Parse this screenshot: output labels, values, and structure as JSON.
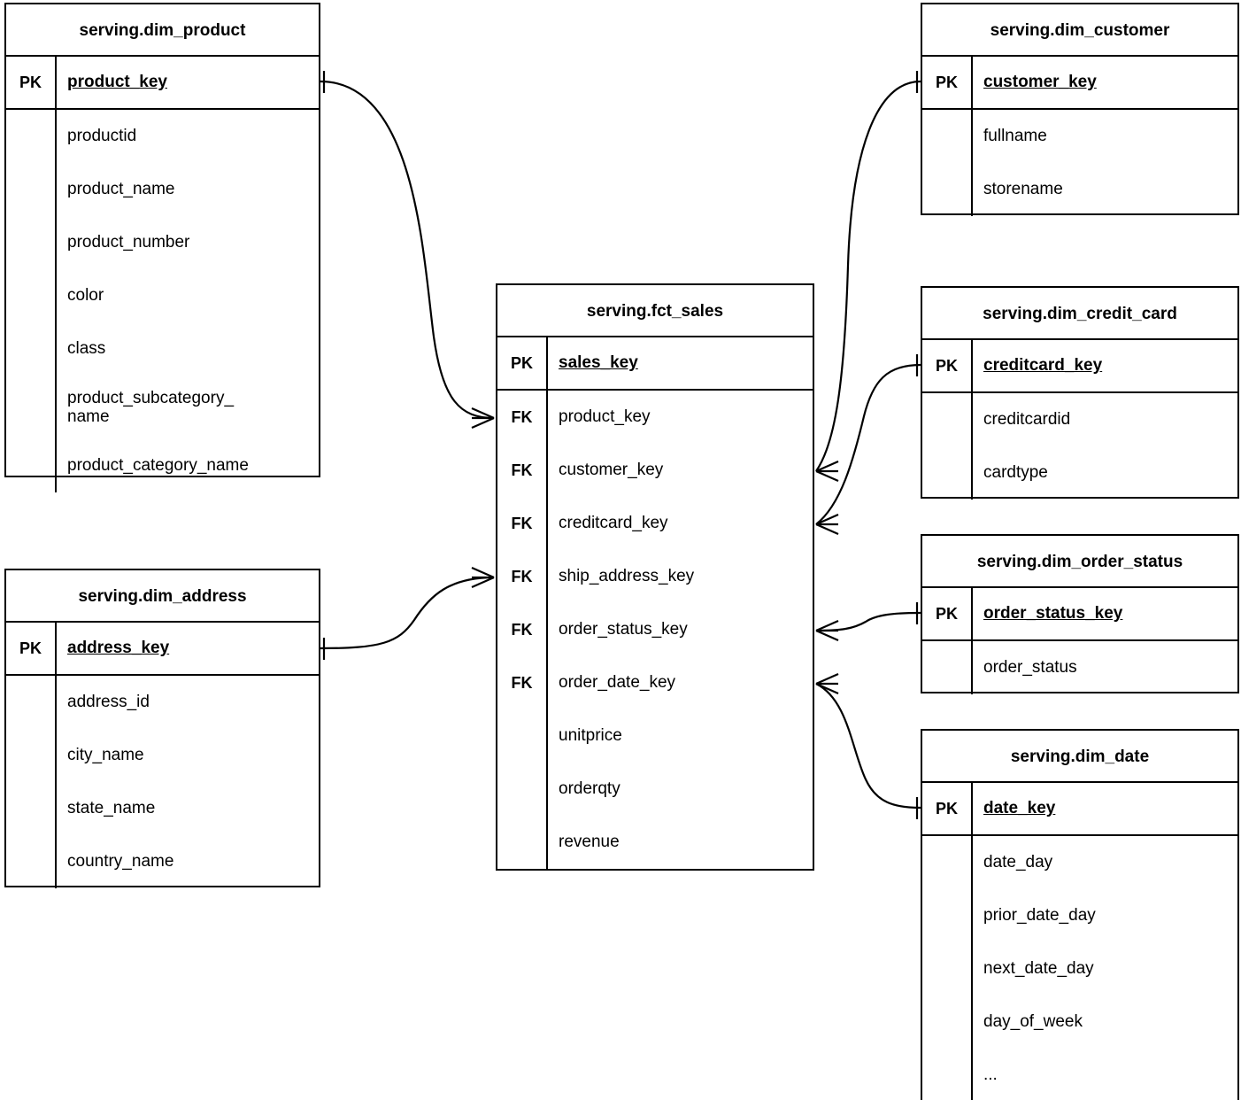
{
  "diagram": {
    "type": "entity-relationship-diagram",
    "notation": "crow's-foot",
    "background_color": "#ffffff",
    "line_color": "#000000",
    "text_color": "#000000"
  },
  "key_labels": {
    "pk": "PK",
    "fk": "FK",
    "blank": ""
  },
  "entities": [
    {
      "id": "dim_product",
      "title": "serving.dim_product",
      "pk": {
        "key": "PK",
        "name": "product_key"
      },
      "attributes": [
        {
          "key": "",
          "name": "productid"
        },
        {
          "key": "",
          "name": "product_name"
        },
        {
          "key": "",
          "name": "product_number"
        },
        {
          "key": "",
          "name": "color"
        },
        {
          "key": "",
          "name": "class"
        },
        {
          "key": "",
          "name": "product_subcategory_\nname"
        },
        {
          "key": "",
          "name": "product_category_name"
        }
      ]
    },
    {
      "id": "dim_address",
      "title": "serving.dim_address",
      "pk": {
        "key": "PK",
        "name": "address_key"
      },
      "attributes": [
        {
          "key": "",
          "name": "address_id"
        },
        {
          "key": "",
          "name": "city_name"
        },
        {
          "key": "",
          "name": "state_name"
        },
        {
          "key": "",
          "name": "country_name"
        }
      ]
    },
    {
      "id": "fct_sales",
      "title": "serving.fct_sales",
      "pk": {
        "key": "PK",
        "name": "sales_key"
      },
      "attributes": [
        {
          "key": "FK",
          "name": "product_key"
        },
        {
          "key": "FK",
          "name": "customer_key"
        },
        {
          "key": "FK",
          "name": "creditcard_key"
        },
        {
          "key": "FK",
          "name": "ship_address_key"
        },
        {
          "key": "FK",
          "name": "order_status_key"
        },
        {
          "key": "FK",
          "name": "order_date_key"
        },
        {
          "key": "",
          "name": "unitprice"
        },
        {
          "key": "",
          "name": "orderqty"
        },
        {
          "key": "",
          "name": "revenue"
        }
      ]
    },
    {
      "id": "dim_customer",
      "title": "serving.dim_customer",
      "pk": {
        "key": "PK",
        "name": "customer_key"
      },
      "attributes": [
        {
          "key": "",
          "name": "fullname"
        },
        {
          "key": "",
          "name": "storename"
        }
      ]
    },
    {
      "id": "dim_credit_card",
      "title": "serving.dim_credit_card",
      "pk": {
        "key": "PK",
        "name": "creditcard_key"
      },
      "attributes": [
        {
          "key": "",
          "name": "creditcardid"
        },
        {
          "key": "",
          "name": "cardtype"
        }
      ]
    },
    {
      "id": "dim_order_status",
      "title": "serving.dim_order_status",
      "pk": {
        "key": "PK",
        "name": "order_status_key"
      },
      "attributes": [
        {
          "key": "",
          "name": "order_status"
        }
      ]
    },
    {
      "id": "dim_date",
      "title": "serving.dim_date",
      "pk": {
        "key": "PK",
        "name": "date_key"
      },
      "attributes": [
        {
          "key": "",
          "name": "date_day"
        },
        {
          "key": "",
          "name": "prior_date_day"
        },
        {
          "key": "",
          "name": "next_date_day"
        },
        {
          "key": "",
          "name": "day_of_week"
        },
        {
          "key": "",
          "name": "..."
        }
      ]
    }
  ],
  "relationships": [
    {
      "id": "rel-product",
      "from": "dim_product.product_key",
      "to": "fct_sales.product_key",
      "from_cardinality": "one",
      "to_cardinality": "many"
    },
    {
      "id": "rel-address",
      "from": "dim_address.address_key",
      "to": "fct_sales.ship_address_key",
      "from_cardinality": "one",
      "to_cardinality": "many"
    },
    {
      "id": "rel-customer",
      "from": "dim_customer.customer_key",
      "to": "fct_sales.customer_key",
      "from_cardinality": "one",
      "to_cardinality": "many"
    },
    {
      "id": "rel-creditcard",
      "from": "dim_credit_card.creditcard_key",
      "to": "fct_sales.creditcard_key",
      "from_cardinality": "one",
      "to_cardinality": "many"
    },
    {
      "id": "rel-order-status",
      "from": "dim_order_status.order_status_key",
      "to": "fct_sales.order_status_key",
      "from_cardinality": "one",
      "to_cardinality": "many"
    },
    {
      "id": "rel-date",
      "from": "dim_date.date_key",
      "to": "fct_sales.order_date_key",
      "from_cardinality": "one",
      "to_cardinality": "many"
    }
  ]
}
